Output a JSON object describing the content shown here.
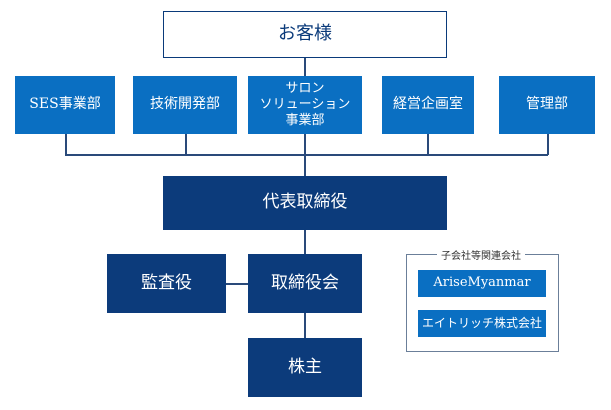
{
  "customer": "お客様",
  "divisions": [
    {
      "label": "SES事業部"
    },
    {
      "label": "技術開発部"
    },
    {
      "label": "サロン\nソリューション\n事業部"
    },
    {
      "label": "経営企画室"
    },
    {
      "label": "管理部"
    }
  ],
  "ceo": "代表取締役",
  "auditor": "監査役",
  "board": "取締役会",
  "shareholders": "株主",
  "group": {
    "label": "子会社等関連会社",
    "companies": [
      "AriseMyanmar",
      "エイトリッチ株式会社"
    ]
  },
  "colors": {
    "outline": "#0a3a7a",
    "division_blue": "#0a6fc2",
    "executive_navy": "#0c3b7b"
  }
}
